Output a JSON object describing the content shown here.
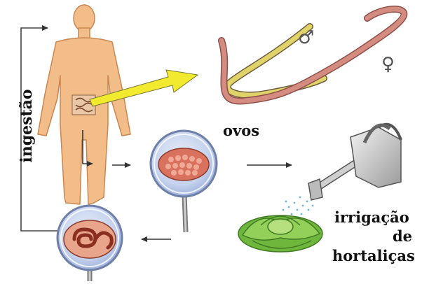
{
  "labels": {
    "ingestion": "ingestão",
    "eggs": "ovos",
    "irrigation_line1": "irrigação",
    "irrigation_line2": "de",
    "irrigation_line3": "hortaliças"
  },
  "sex_symbols": {
    "male": "♂",
    "female": "♀"
  },
  "colors": {
    "skin": "#f3bd8a",
    "skin_outline": "#c98650",
    "worm": "#c97b74",
    "worm_light": "#dfa07f",
    "arrow_yellow": "#f2ea2e",
    "egg_mass": "#d9715f",
    "lens": "#b8c7e6",
    "lettuce": "#7bc143"
  }
}
